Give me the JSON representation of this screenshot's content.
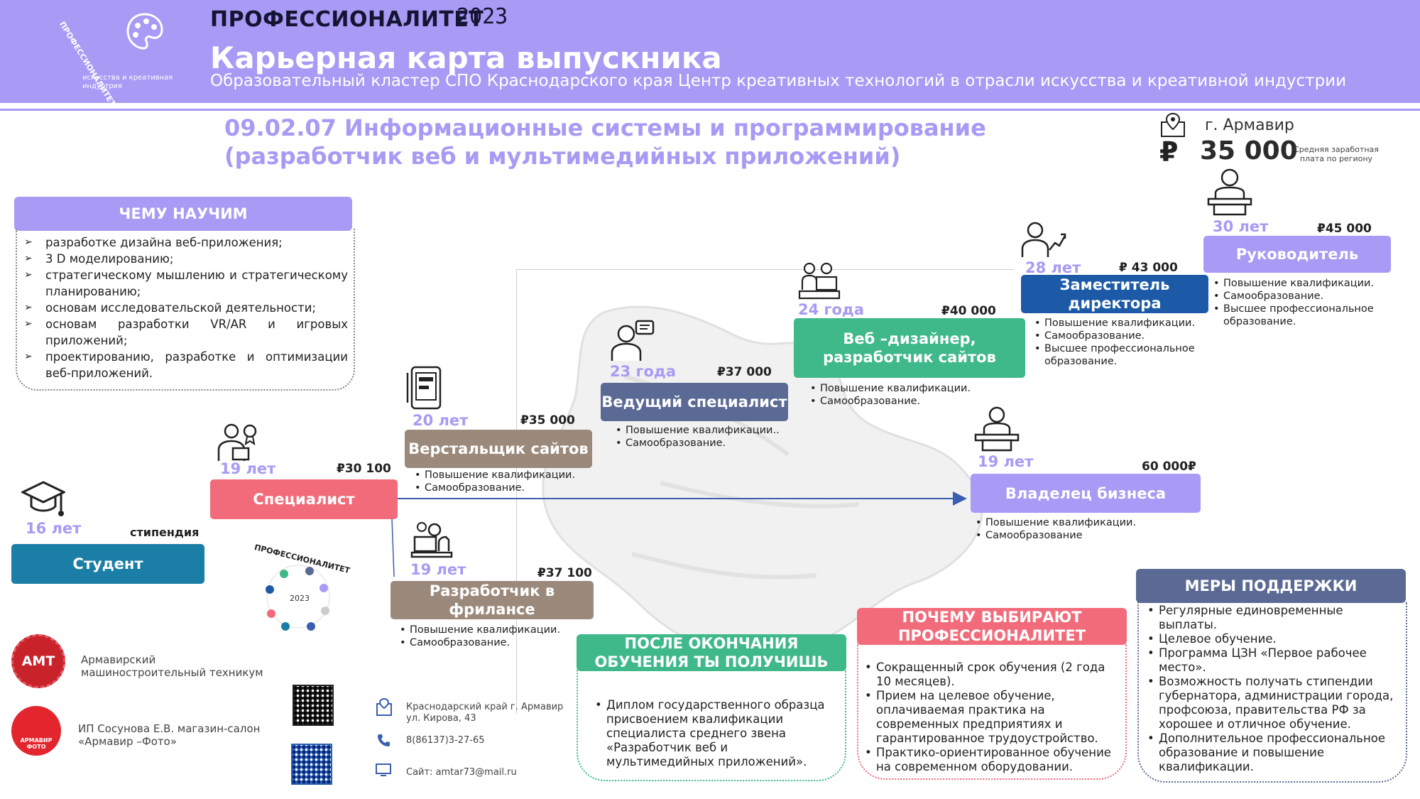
{
  "header": {
    "brand": "ПРОФЕССИОНАЛИТЕТ",
    "year": "2023",
    "title": "Карьерная карта выпускника",
    "subtitle": "Образовательный кластер СПО Краснодарского края Центр креативных технологий в отрасли искусства и креативной индустрии",
    "logo_word": "ПРОФЕССИОНАЛИТЕТ",
    "logo_sub": "искусства и креативная индустрия"
  },
  "specialty": {
    "line1": "09.02.07 Информационные системы и программирование",
    "line2": "(разработчик веб и мультимедийных приложений)"
  },
  "region": {
    "city": "г. Армавир",
    "currency": "₽",
    "salary": "35 000",
    "salary_note": "Средняя заработная плата по региону"
  },
  "learn": {
    "title": "ЧЕМУ НАУЧИМ",
    "items": [
      "разработке дизайна веб-приложения;",
      "3 D моделированию;",
      "стратегическому мышлению и стратегическому планированию;",
      "основам исследовательской деятельности;",
      "основам разработки VR/AR и игровых приложений;",
      "проектированию, разработке и оптимизации веб-приложений."
    ]
  },
  "career": {
    "student": {
      "age": "16 лет",
      "label": "Студент",
      "salary": "стипендия",
      "icon": "graduation-cap-icon"
    },
    "specialist": {
      "age": "19 лет",
      "label": "Специалист",
      "salary": "₽30 100",
      "icon": "worker-award-icon"
    },
    "layout_designer": {
      "age": "20 лет",
      "label": "Верстальщик сайтов",
      "salary": "₽35 000",
      "icon": "tablet-icon",
      "bullets": [
        "Повышение квалификации.",
        "Самообразование."
      ]
    },
    "freelancer": {
      "age": "19 лет",
      "label": "Разработчик в фрилансе",
      "salary": "₽37 100",
      "icon": "programmer-icon",
      "bullets": [
        "Повышение квалификации.",
        "Самообразование."
      ]
    },
    "lead": {
      "age": "23 года",
      "label": "Ведущий специалист",
      "salary": "₽37 000",
      "icon": "consultant-icon",
      "bullets": [
        "Повышение квалификации..",
        "Самообразование."
      ]
    },
    "web_designer": {
      "age": "24 года",
      "label": "Веб –дизайнер, разработчик сайтов",
      "salary": "₽40 000",
      "icon": "designer-desk-icon",
      "bullets": [
        "Повышение квалификации.",
        "Самообразование."
      ]
    },
    "deputy": {
      "age": "28 лет",
      "label": "Заместитель директора",
      "salary": "₽ 43 000",
      "icon": "manager-chart-icon",
      "bullets": [
        "Повышение квалификации.",
        "Самообразование.",
        "Высшее профессиональное образование."
      ]
    },
    "head": {
      "age": "30 лет",
      "label": "Руководитель",
      "salary": "₽45 000",
      "icon": "director-desk-icon",
      "bullets": [
        "Повышение квалификации.",
        "Самообразование.",
        "Высшее профессиональное образование."
      ]
    },
    "owner": {
      "age": "19 лет",
      "label": "Владелец бизнеса",
      "salary": "60 000₽",
      "icon": "speaker-podium-icon",
      "bullets": [
        "Повышение квалификации.",
        "Самообразование"
      ]
    }
  },
  "after": {
    "title": "ПОСЛЕ ОКОНЧАНИЯ ОБУЧЕНИЯ ТЫ ПОЛУЧИШЬ",
    "items": [
      "Диплом государственного образца присвоением квалификации специалиста среднего звена «Разработчик веб и мультимедийных приложений»."
    ]
  },
  "why": {
    "title": "ПОЧЕМУ ВЫБИРАЮТ ПРОФЕССИОНАЛИТЕТ",
    "items": [
      "Сокращенный срок обучения (2 года 10 месяцев).",
      "Прием на целевое обучение, оплачиваемая практика на современных предприятиях и гарантированное трудоустройство.",
      "Практико-ориентированное обучение на современном оборудовании."
    ]
  },
  "support": {
    "title": "МЕРЫ ПОДДЕРЖКИ",
    "items": [
      "Регулярные единовременные выплаты.",
      "Целевое обучение.",
      "Программа ЦЗН «Первое рабочее место».",
      "Возможность получать стипендии губернатора, администрации города, профсоюза, правительства РФ за хорошее и отличное обучение.",
      "Дополнительное профессиональное образование и повышение квалификации."
    ]
  },
  "partners": {
    "amt_logo": "АМТ",
    "amt_name": "Армавирский машиностроительный техникум",
    "foto_logo": "АРМАВИР ФОТО",
    "foto_name": "ИП Сосунова Е.В. магазин-салон «Армавир –Фото»",
    "badge_word": "ПРОФЕССИОНАЛИТЕТ",
    "badge_year": "2023"
  },
  "contacts": {
    "address": "Краснодарский край г. Армавир ул. Кирова, 43",
    "phone": "8(86137)3-27-65",
    "site": "Сайт: amtar73@mail.ru"
  },
  "colors": {
    "accent": "#a89af5",
    "student": "#1a7ea6",
    "specialist": "#f26b7a",
    "taupe": "#9b8a7c",
    "slate": "#5a6a94",
    "green": "#3fb98a",
    "navy": "#1c5aa8",
    "arrow": "#3a5fb0"
  }
}
